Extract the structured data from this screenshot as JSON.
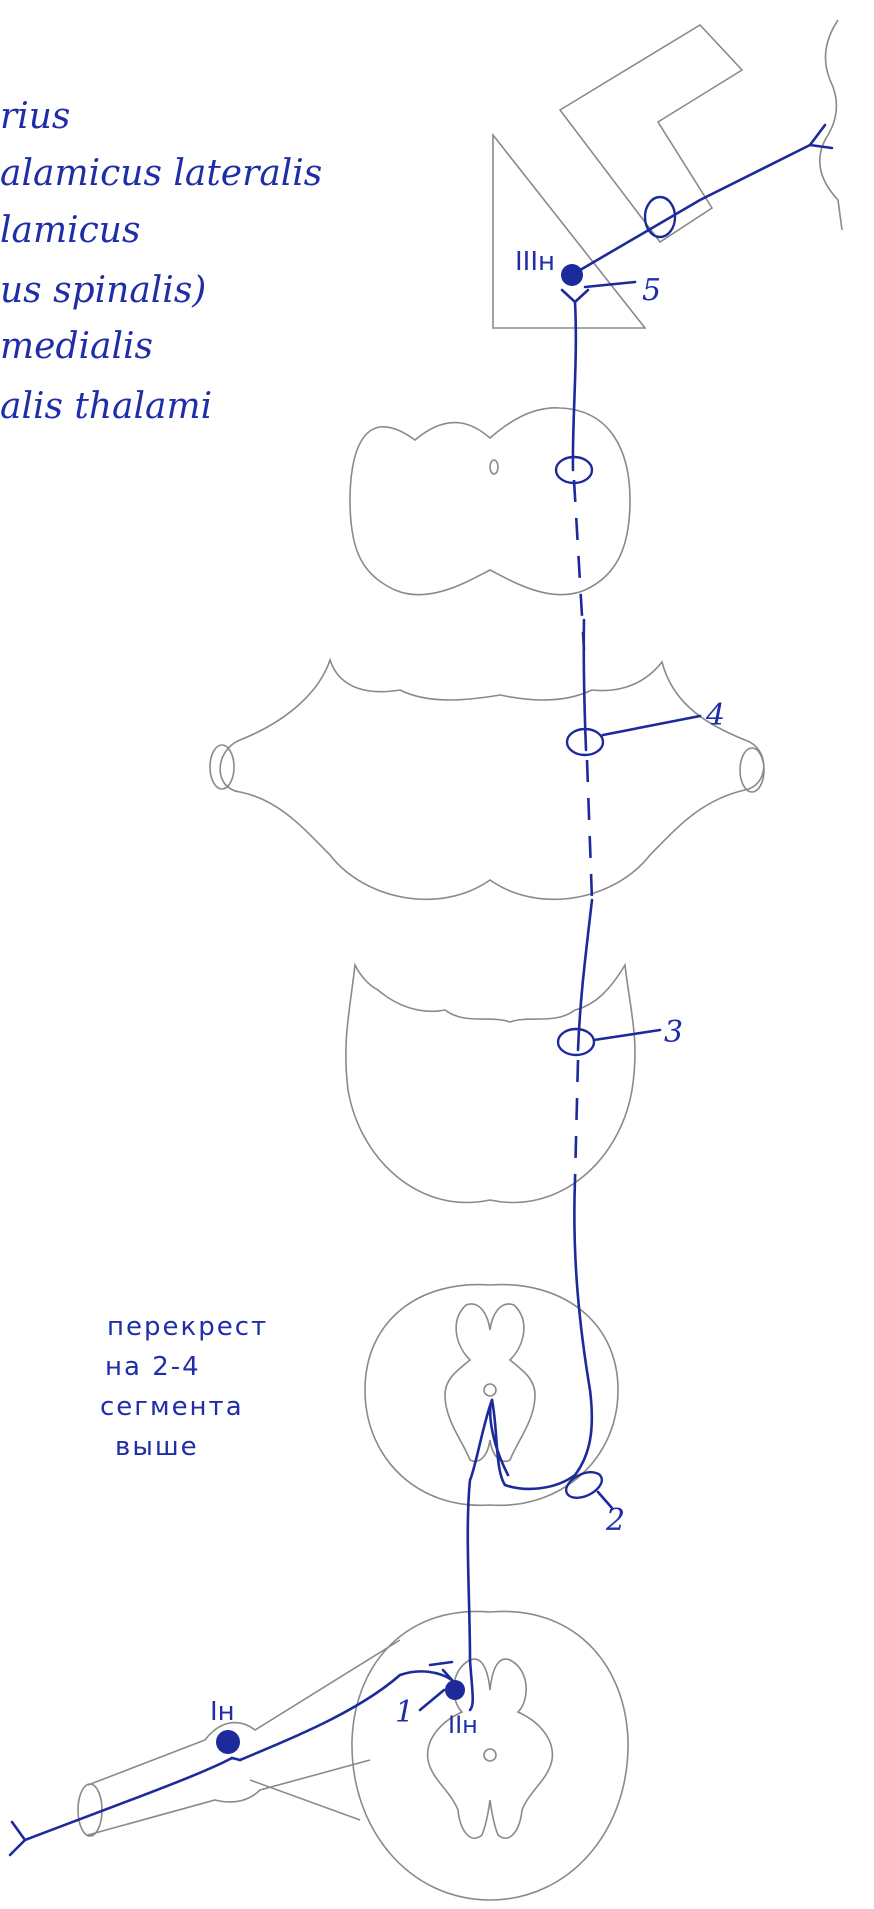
{
  "legend": {
    "lines": [
      "rius",
      "alamicus lateralis",
      "lamicus",
      "us spinalis)",
      "medialis",
      "alis thalami"
    ]
  },
  "note": {
    "lines": [
      "перекрест",
      "на 2-4",
      "сегмента",
      "выше"
    ]
  },
  "markers": {
    "n1": "1",
    "n2": "2",
    "n3": "3",
    "n4": "4",
    "n5": "5"
  },
  "neurons": {
    "first": "Iн",
    "second": "IIн",
    "third": "IIIн"
  },
  "colors": {
    "ink": "#1c2a9a",
    "outline": "#8a8a8a"
  }
}
